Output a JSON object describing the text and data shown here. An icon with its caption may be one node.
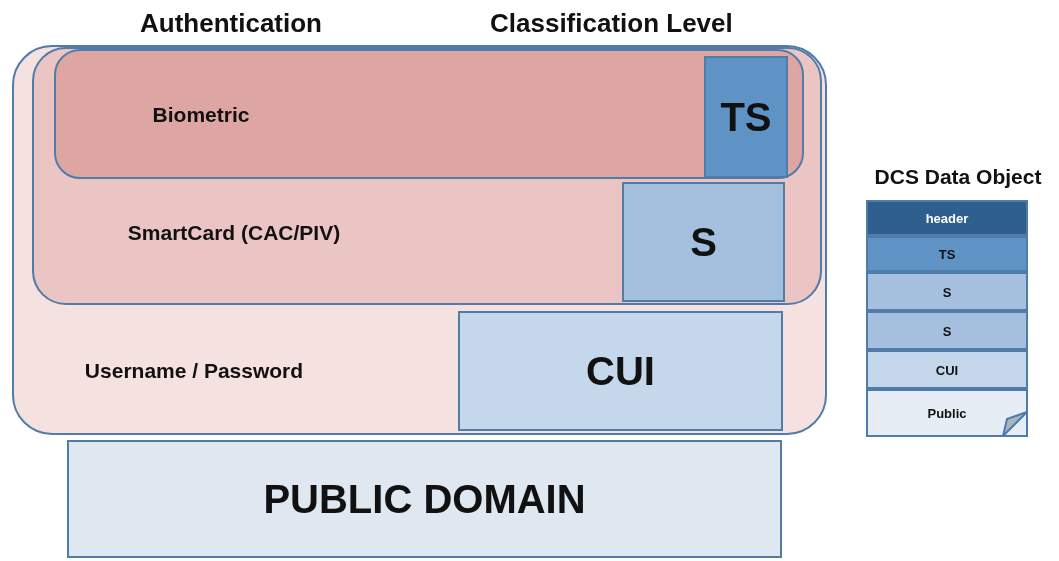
{
  "diagram": {
    "nodes": [
      {
        "text": [
          "Username / Password"
        ]
      },
      {
        "text": [
          "SmartCard (CAC/PIV)"
        ],
        "in": 0
      },
      {
        "text": [
          "Biometric"
        ],
        "in": 1
      },
      {
        "text": [
          "TS"
        ],
        "in": 2
      },
      {
        "text": [
          "S"
        ],
        "in": 1
      },
      {
        "text": [
          "CUI"
        ],
        "in": 0
      },
      {
        "text": [
          "PUBLIC DOMAIN"
        ]
      },
      {
        "text": [
          "DCS Data Object"
        ]
      },
      {
        "text": [
          "header"
        ],
        "in": 7
      },
      {
        "text": [
          "TS"
        ],
        "in": 7
      },
      {
        "text": [
          "S"
        ],
        "in": 7
      },
      {
        "text": [
          "S"
        ],
        "in": 7
      },
      {
        "text": [
          "CUI"
        ],
        "in": 7
      },
      {
        "text": [
          "Public"
        ],
        "in": 7
      }
    ],
    "edges": [],
    "labels": [
      "Authentication",
      "Classification Level"
    ]
  }
}
